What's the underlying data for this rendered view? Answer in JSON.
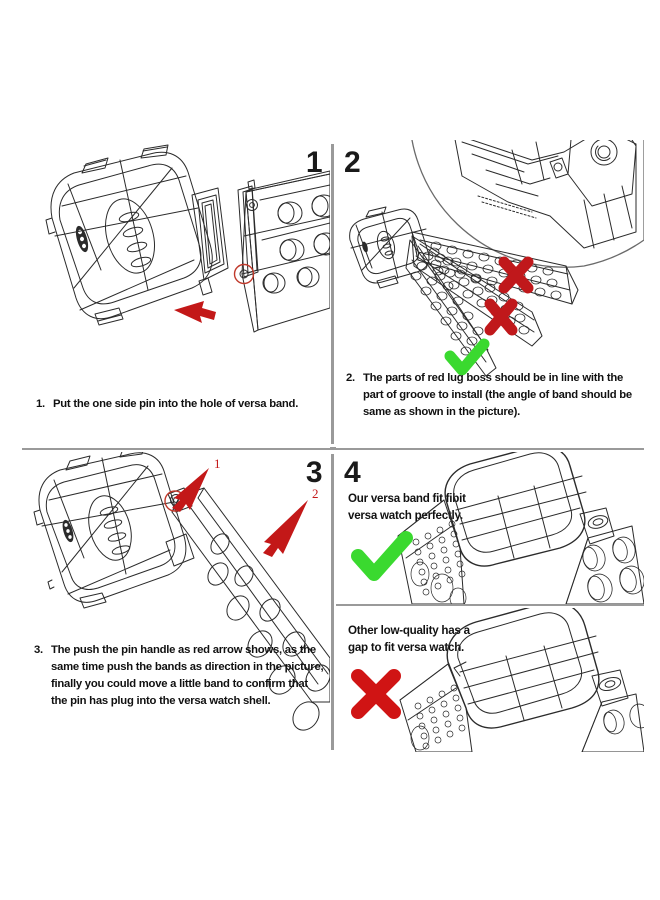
{
  "document": {
    "type": "installation-instruction-sheet",
    "subject": "versa watch band installation"
  },
  "colors": {
    "line": "#2b2b2b",
    "divider": "#9a9a9a",
    "red": "#d01414",
    "red_arrow": "#c31818",
    "green": "#3ad92f",
    "background": "#ffffff"
  },
  "panels": [
    {
      "id": "panel-1",
      "number": "1",
      "caption_marker": "1.",
      "caption": "Put the one side pin into the hole of versa band.",
      "symbols": []
    },
    {
      "id": "panel-2",
      "number": "2",
      "caption_marker": "2.",
      "caption": "The parts of red lug boss should be in line with the part of groove to install (the angle of band should be same as shown in the picture).",
      "symbols": [
        "cross-mark",
        "cross-mark",
        "check-mark"
      ]
    },
    {
      "id": "panel-3",
      "number": "3",
      "caption_marker": "3.",
      "caption": "The push the pin handle as red arrow shows, as the same time push the bands as direction in the picture, finally you could move a little band to confirm that the pin has plug into the versa watch shell.",
      "annotations": [
        "1",
        "2"
      ],
      "symbols": []
    },
    {
      "id": "panel-4",
      "number": "4",
      "note": "Our versa band fit fibit versa watch perfectly.",
      "symbols": [
        "check-mark"
      ]
    },
    {
      "id": "panel-5",
      "number": "",
      "note": "Other low-quality has a gap to fit versa watch.",
      "symbols": [
        "cross-mark"
      ]
    }
  ]
}
